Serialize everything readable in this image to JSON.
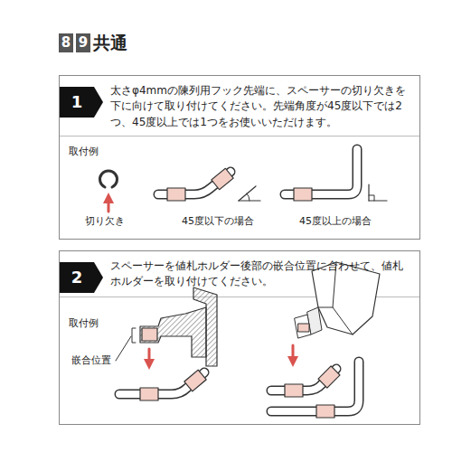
{
  "diagram": {
    "title": "共通",
    "nodes": [
      {
        "text": [
          "8"
        ]
      },
      {
        "text": [
          "9"
        ]
      },
      {
        "text": [
          "太さφ4mmの陳列用フック先端に、スペーサーの切り欠きを下に向けて取り付けてください。先端角度が45度以下では2つ、45度以上では1つをお使いいただけます。",
          "取付例"
        ]
      },
      {
        "text": [
          "1"
        ],
        "in": 2
      },
      {
        "text": [
          "スペーサーを値札ホルダー後部の嵌合位置に合わせて、値札ホルダーを取り付けてください。",
          "取付例"
        ]
      },
      {
        "text": [
          "2"
        ],
        "in": 4
      }
    ],
    "labels": [
      "切り欠き",
      "45度以下の場合",
      "45度以上の場合",
      "嵌合位置"
    ]
  }
}
